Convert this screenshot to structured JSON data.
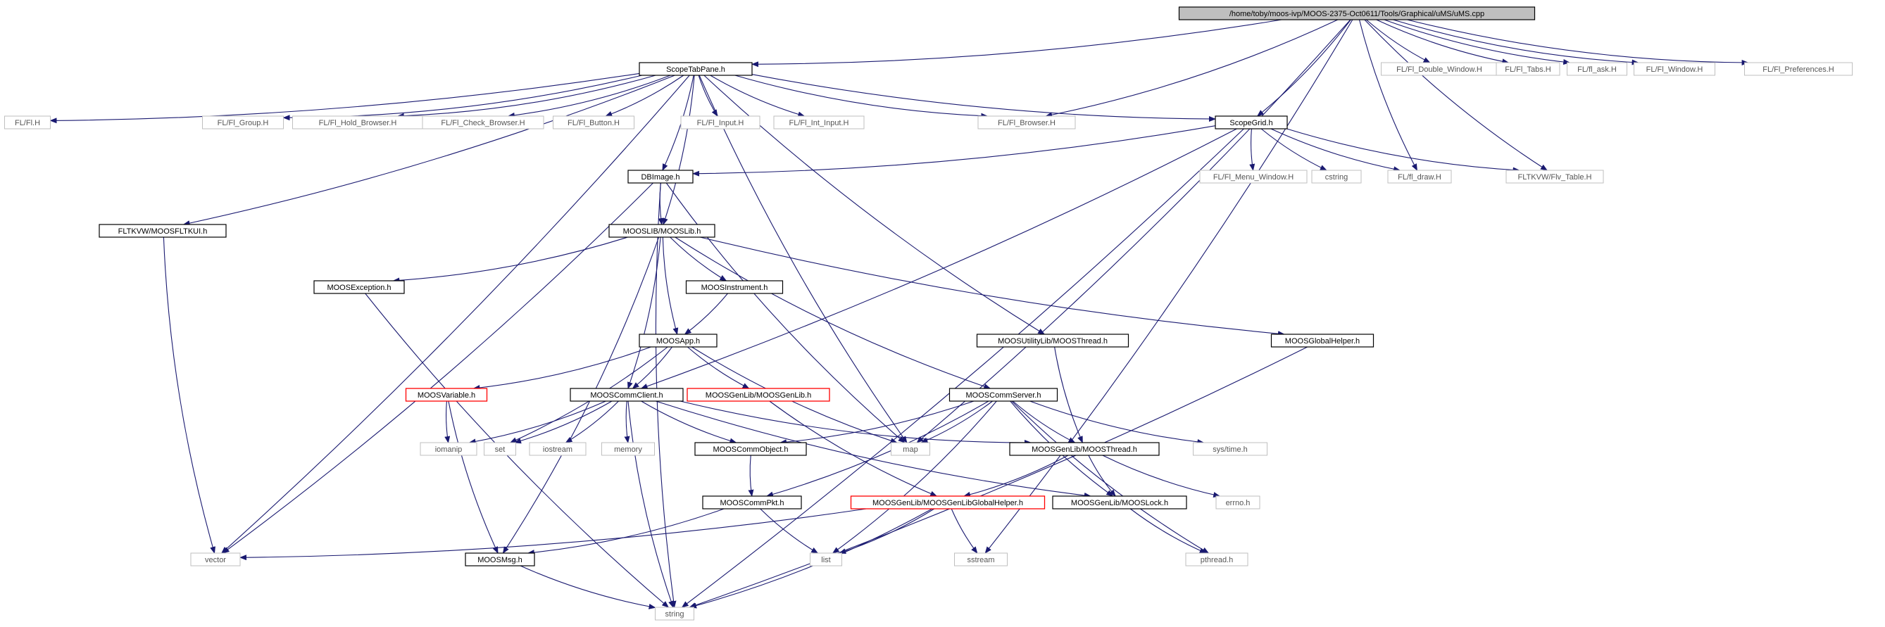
{
  "diagram": {
    "colors": {
      "edge": "#191970",
      "node_border_default": "#000000",
      "node_border_external": "#bfbfbf",
      "node_border_incomplete": "#ff0000",
      "root_fill": "#bfbfbf",
      "node_fill": "#ffffff",
      "text_strong": "#000000",
      "text_external": "#555555"
    },
    "nodes": [
      {
        "id": "root",
        "label": "/home/toby/moos-ivp/MOOS-2375-Oct0611/Tools/Graphical/uMS/uMS.cpp",
        "kind": "root"
      },
      {
        "id": "scopetab",
        "label": "ScopeTabPane.h",
        "kind": "internal"
      },
      {
        "id": "fl_dbl",
        "label": "FL/Fl_Double_Window.H",
        "kind": "external"
      },
      {
        "id": "fl_tabs",
        "label": "FL/Fl_Tabs.H",
        "kind": "external"
      },
      {
        "id": "fl_ask",
        "label": "FL/fl_ask.H",
        "kind": "external"
      },
      {
        "id": "fl_win",
        "label": "FL/Fl_Window.H",
        "kind": "external"
      },
      {
        "id": "fl_pref",
        "label": "FL/Fl_Preferences.H",
        "kind": "external"
      },
      {
        "id": "fl_h",
        "label": "FL/Fl.H",
        "kind": "external"
      },
      {
        "id": "fl_group",
        "label": "FL/Fl_Group.H",
        "kind": "external"
      },
      {
        "id": "fl_hold",
        "label": "FL/Fl_Hold_Browser.H",
        "kind": "external"
      },
      {
        "id": "fl_check",
        "label": "FL/Fl_Check_Browser.H",
        "kind": "external"
      },
      {
        "id": "fl_button",
        "label": "FL/Fl_Button.H",
        "kind": "external"
      },
      {
        "id": "fl_input",
        "label": "FL/Fl_Input.H",
        "kind": "external"
      },
      {
        "id": "fl_intinput",
        "label": "FL/Fl_Int_Input.H",
        "kind": "external"
      },
      {
        "id": "fl_browser",
        "label": "FL/Fl_Browser.H",
        "kind": "external"
      },
      {
        "id": "scopegrid",
        "label": "ScopeGrid.h",
        "kind": "internal"
      },
      {
        "id": "fl_menu",
        "label": "FL/Fl_Menu_Window.H",
        "kind": "external"
      },
      {
        "id": "cstring",
        "label": "cstring",
        "kind": "external"
      },
      {
        "id": "fl_draw",
        "label": "FL/fl_draw.H",
        "kind": "external"
      },
      {
        "id": "flv_table",
        "label": "FLTKVW/Flv_Table.H",
        "kind": "external"
      },
      {
        "id": "dbimage",
        "label": "DBImage.h",
        "kind": "internal"
      },
      {
        "id": "fltkui",
        "label": "FLTKVW/MOOSFLTKUI.h",
        "kind": "internal"
      },
      {
        "id": "mooslib",
        "label": "MOOSLIB/MOOSLib.h",
        "kind": "internal"
      },
      {
        "id": "moosexc",
        "label": "MOOSException.h",
        "kind": "internal"
      },
      {
        "id": "moosinstr",
        "label": "MOOSInstrument.h",
        "kind": "internal"
      },
      {
        "id": "moosutilthread",
        "label": "MOOSUtilityLib/MOOSThread.h",
        "kind": "internal"
      },
      {
        "id": "moosglobal",
        "label": "MOOSGlobalHelper.h",
        "kind": "internal"
      },
      {
        "id": "moosapp",
        "label": "MOOSApp.h",
        "kind": "internal"
      },
      {
        "id": "moosvar",
        "label": "MOOSVariable.h",
        "kind": "incomplete"
      },
      {
        "id": "mooscommclient",
        "label": "MOOSCommClient.h",
        "kind": "internal"
      },
      {
        "id": "moosgenlib",
        "label": "MOOSGenLib/MOOSGenLib.h",
        "kind": "incomplete"
      },
      {
        "id": "mooscommserver",
        "label": "MOOSCommServer.h",
        "kind": "internal"
      },
      {
        "id": "iomanip",
        "label": "iomanip",
        "kind": "external"
      },
      {
        "id": "set",
        "label": "set",
        "kind": "external"
      },
      {
        "id": "iostream",
        "label": "iostream",
        "kind": "external"
      },
      {
        "id": "memory",
        "label": "memory",
        "kind": "external"
      },
      {
        "id": "mooscommobj",
        "label": "MOOSCommObject.h",
        "kind": "internal"
      },
      {
        "id": "map",
        "label": "map",
        "kind": "external"
      },
      {
        "id": "moosthread",
        "label": "MOOSGenLib/MOOSThread.h",
        "kind": "internal"
      },
      {
        "id": "systime",
        "label": "sys/time.h",
        "kind": "external"
      },
      {
        "id": "mooscommpkt",
        "label": "MOOSCommPkt.h",
        "kind": "internal"
      },
      {
        "id": "moosgenglobal",
        "label": "MOOSGenLib/MOOSGenLibGlobalHelper.h",
        "kind": "incomplete"
      },
      {
        "id": "errno",
        "label": "errno.h",
        "kind": "external"
      },
      {
        "id": "mooslock",
        "label": "MOOSGenLib/MOOSLock.h",
        "kind": "internal"
      },
      {
        "id": "vector",
        "label": "vector",
        "kind": "external"
      },
      {
        "id": "moosmsg",
        "label": "MOOSMsg.h",
        "kind": "internal"
      },
      {
        "id": "list",
        "label": "list",
        "kind": "external"
      },
      {
        "id": "sstream",
        "label": "sstream",
        "kind": "external"
      },
      {
        "id": "pthread",
        "label": "pthread.h",
        "kind": "external"
      },
      {
        "id": "string",
        "label": "string",
        "kind": "external"
      }
    ],
    "edges": [
      [
        "root",
        "scopetab"
      ],
      [
        "root",
        "fl_dbl"
      ],
      [
        "root",
        "fl_tabs"
      ],
      [
        "root",
        "fl_ask"
      ],
      [
        "root",
        "fl_win"
      ],
      [
        "root",
        "fl_pref"
      ],
      [
        "root",
        "fl_browser"
      ],
      [
        "root",
        "scopegrid"
      ],
      [
        "root",
        "fl_draw"
      ],
      [
        "root",
        "flv_table"
      ],
      [
        "root",
        "map"
      ],
      [
        "root",
        "sstream"
      ],
      [
        "scopetab",
        "fl_h"
      ],
      [
        "scopetab",
        "fl_group"
      ],
      [
        "scopetab",
        "fl_hold"
      ],
      [
        "scopetab",
        "fl_check"
      ],
      [
        "scopetab",
        "fl_button"
      ],
      [
        "scopetab",
        "fl_input"
      ],
      [
        "scopetab",
        "fl_intinput"
      ],
      [
        "scopetab",
        "fl_browser"
      ],
      [
        "scopetab",
        "scopegrid"
      ],
      [
        "scopetab",
        "dbimage"
      ],
      [
        "scopetab",
        "fltkui"
      ],
      [
        "scopetab",
        "mooslib"
      ],
      [
        "scopetab",
        "moosutilthread"
      ],
      [
        "scopetab",
        "vector"
      ],
      [
        "scopetab",
        "map"
      ],
      [
        "scopegrid",
        "dbimage"
      ],
      [
        "scopegrid",
        "mooscommclient"
      ],
      [
        "scopegrid",
        "fl_menu"
      ],
      [
        "scopegrid",
        "cstring"
      ],
      [
        "scopegrid",
        "fl_draw"
      ],
      [
        "scopegrid",
        "flv_table"
      ],
      [
        "scopegrid",
        "string"
      ],
      [
        "dbimage",
        "mooslib"
      ],
      [
        "dbimage",
        "vector"
      ],
      [
        "dbimage",
        "map"
      ],
      [
        "dbimage",
        "string"
      ],
      [
        "fltkui",
        "vector"
      ],
      [
        "mooslib",
        "moosexc"
      ],
      [
        "mooslib",
        "moosinstr"
      ],
      [
        "mooslib",
        "moosapp"
      ],
      [
        "mooslib",
        "mooscommclient"
      ],
      [
        "mooslib",
        "mooscommserver"
      ],
      [
        "mooslib",
        "moosglobal"
      ],
      [
        "mooslib",
        "moosmsg"
      ],
      [
        "moosexc",
        "string"
      ],
      [
        "moosinstr",
        "moosapp"
      ],
      [
        "moosutilthread",
        "moosthread"
      ],
      [
        "moosglobal",
        "string"
      ],
      [
        "moosapp",
        "moosvar"
      ],
      [
        "moosapp",
        "mooscommclient"
      ],
      [
        "moosapp",
        "moosgenlib"
      ],
      [
        "moosapp",
        "set"
      ],
      [
        "moosapp",
        "map"
      ],
      [
        "moosvar",
        "iomanip"
      ],
      [
        "moosvar",
        "moosmsg"
      ],
      [
        "mooscommclient",
        "iomanip"
      ],
      [
        "mooscommclient",
        "set"
      ],
      [
        "mooscommclient",
        "iostream"
      ],
      [
        "mooscommclient",
        "memory"
      ],
      [
        "mooscommclient",
        "mooscommobj"
      ],
      [
        "mooscommclient",
        "moosthread"
      ],
      [
        "mooscommclient",
        "mooslock"
      ],
      [
        "mooscommclient",
        "string"
      ],
      [
        "moosgenlib",
        "moosgenglobal"
      ],
      [
        "mooscommserver",
        "mooscommobj"
      ],
      [
        "mooscommserver",
        "map"
      ],
      [
        "mooscommserver",
        "moosthread"
      ],
      [
        "mooscommserver",
        "systime"
      ],
      [
        "mooscommserver",
        "mooscommpkt"
      ],
      [
        "mooscommserver",
        "list"
      ],
      [
        "mooscommserver",
        "mooslock"
      ],
      [
        "mooscommserver",
        "pthread"
      ],
      [
        "mooscommobj",
        "mooscommpkt"
      ],
      [
        "mooscommpkt",
        "list"
      ],
      [
        "mooscommpkt",
        "moosmsg"
      ],
      [
        "moosthread",
        "moosgenglobal"
      ],
      [
        "moosthread",
        "mooslock"
      ],
      [
        "moosthread",
        "errno"
      ],
      [
        "moosgenglobal",
        "vector"
      ],
      [
        "moosgenglobal",
        "list"
      ],
      [
        "moosgenglobal",
        "sstream"
      ],
      [
        "moosgenglobal",
        "string"
      ],
      [
        "mooslock",
        "pthread"
      ],
      [
        "moosmsg",
        "string"
      ]
    ]
  }
}
